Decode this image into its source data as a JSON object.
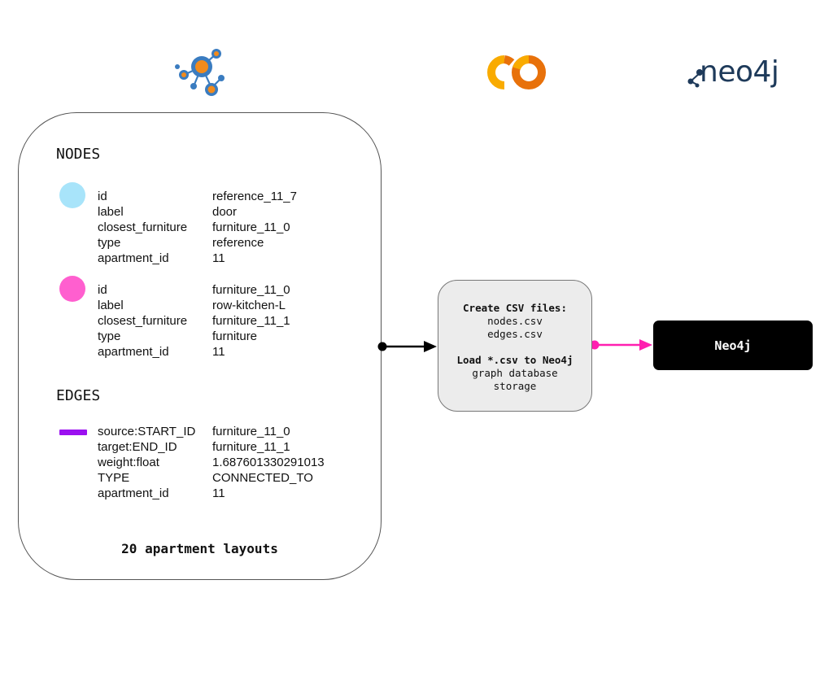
{
  "logos": {
    "networkx": "networkx-logo",
    "colab": "colab-logo",
    "neo4j_text": "neo4j"
  },
  "panel": {
    "nodes_title": "NODES",
    "node_items": [
      {
        "color": "#a8e4fa",
        "props": [
          {
            "key": "id",
            "value": "reference_11_7"
          },
          {
            "key": "label",
            "value": "door"
          },
          {
            "key": "closest_furniture",
            "value": "furniture_11_0"
          },
          {
            "key": "type",
            "value": "reference"
          },
          {
            "key": "apartment_id",
            "value": "11"
          }
        ]
      },
      {
        "color": "#ff5fcf",
        "props": [
          {
            "key": "id",
            "value": "furniture_11_0"
          },
          {
            "key": "label",
            "value": "row-kitchen-L"
          },
          {
            "key": "closest_furniture",
            "value": "furniture_11_1"
          },
          {
            "key": "type",
            "value": "furniture"
          },
          {
            "key": "apartment_id",
            "value": "11"
          }
        ]
      }
    ],
    "edges_title": "EDGES",
    "edge_item": {
      "color": "#9b10f0",
      "props": [
        {
          "key": "source:START_ID",
          "value": "furniture_11_0"
        },
        {
          "key": "target:END_ID",
          "value": "furniture_11_1"
        },
        {
          "key": "weight:float",
          "value": "1.687601330291013"
        },
        {
          "key": "TYPE",
          "value": "CONNECTED_TO"
        },
        {
          "key": "apartment_id",
          "value": "11"
        }
      ]
    },
    "footer": "20 apartment layouts"
  },
  "csv_box": {
    "heading1": "Create CSV files:",
    "line1": "nodes.csv",
    "line2": "edges.csv",
    "heading2": "Load *.csv to Neo4j",
    "line3": "graph database",
    "line4": "storage"
  },
  "neo4j_box": {
    "label": "Neo4j"
  },
  "colors": {
    "arrow_black": "#000000",
    "arrow_pink": "#ff1fb0",
    "orange": "#f18a1c",
    "blue": "#2f7fb8"
  }
}
